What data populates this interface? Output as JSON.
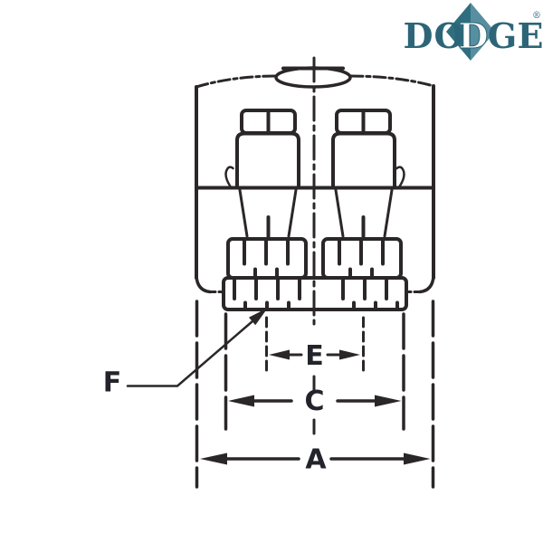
{
  "logo": {
    "letters": [
      "D",
      "O",
      "D",
      "G",
      "E"
    ],
    "registered": "®",
    "colors": {
      "letter": "#2c6577",
      "middle_letter": "#ffffff",
      "diamond_left": "#2e6e80",
      "diamond_right": "#578fa0"
    }
  },
  "drawing": {
    "type": "bearing-end-view-dimension-diagram",
    "line_color": "#2b2728",
    "background": "#ffffff",
    "dimension_labels": {
      "overall_width": "A",
      "base_width": "C",
      "bolt_spacing": "E",
      "serration_callout": "F"
    }
  }
}
